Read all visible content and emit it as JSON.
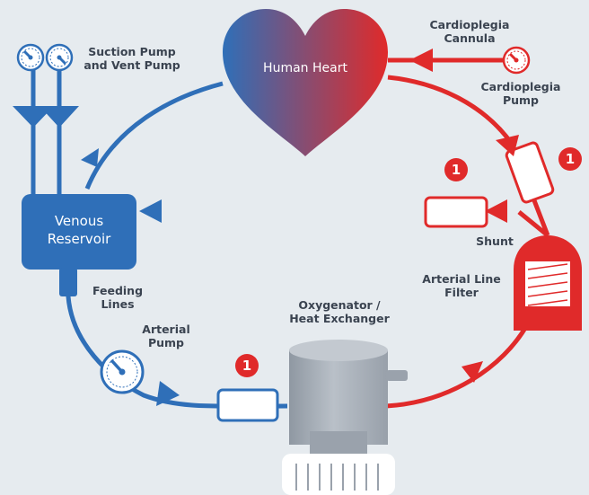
{
  "colors": {
    "background": "#e6ebef",
    "venous_blue": "#2f6fb8",
    "arterial_red": "#e02a2a",
    "label_text": "#3a4350",
    "oxygenator_gray": "#a9b1ba"
  },
  "heart": {
    "label": "Human Heart"
  },
  "reservoir": {
    "label_line1": "Venous",
    "label_line2": "Reservoir"
  },
  "labels": {
    "suction_pump_line1": "Suction Pump",
    "suction_pump_line2": "and Vent Pump",
    "cardioplegia_cannula_line1": "Cardioplegia",
    "cardioplegia_cannula_line2": "Cannula",
    "cardioplegia_pump_line1": "Cardioplegia",
    "cardioplegia_pump_line2": "Pump",
    "shunt": "Shunt",
    "arterial_line_filter_line1": "Arterial Line",
    "arterial_line_filter_line2": "Filter",
    "feeding_lines_line1": "Feeding",
    "feeding_lines_line2": "Lines",
    "arterial_pump_line1": "Arterial",
    "arterial_pump_line2": "Pump",
    "oxygenator_line1": "Oxygenator /",
    "oxygenator_line2": "Heat Exchanger"
  },
  "badges": {
    "shunt_sensor": "1",
    "cardioplegia_sensor": "1",
    "arterial_sensor": "1"
  },
  "icons": {
    "gauge": "gauge-icon",
    "arrow": "arrowhead-icon",
    "sensor": "sensor-box-icon"
  }
}
